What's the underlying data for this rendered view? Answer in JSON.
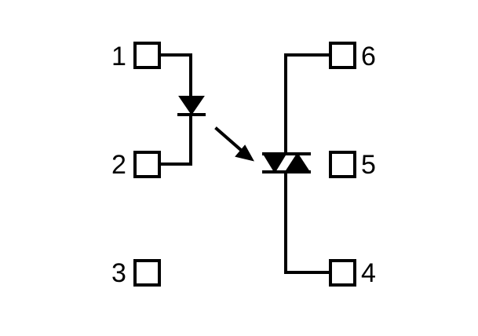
{
  "pins": [
    {
      "id": "pin1",
      "label": "1"
    },
    {
      "id": "pin2",
      "label": "2"
    },
    {
      "id": "pin3",
      "label": "3"
    },
    {
      "id": "pin4",
      "label": "4"
    },
    {
      "id": "pin5",
      "label": "5"
    },
    {
      "id": "pin6",
      "label": "6"
    }
  ],
  "colors": {
    "line": "#000000",
    "background": "#ffffff"
  }
}
